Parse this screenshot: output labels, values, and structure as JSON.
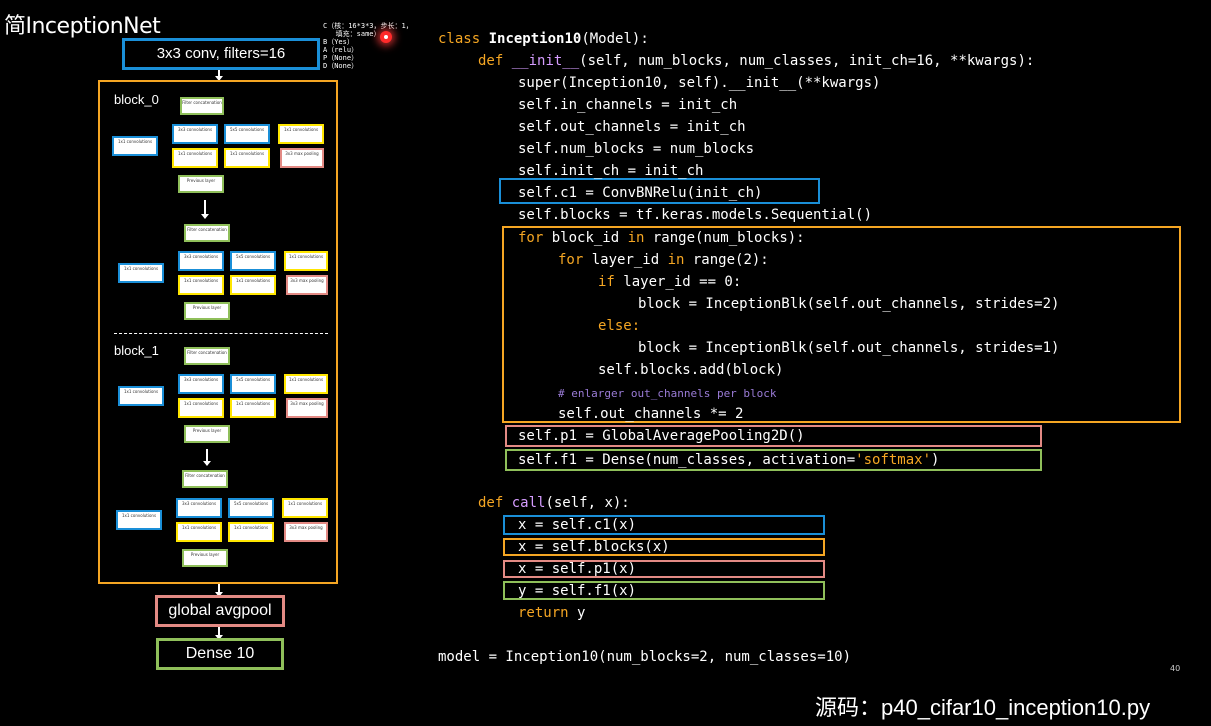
{
  "title": "简InceptionNet",
  "params": [
    "C（核：16*3*3，步长：1，",
    "   填充：same）",
    "B（Yes）",
    "A（relu）",
    "P（None）",
    "D（None）"
  ],
  "diagram": {
    "conv_box": "3x3  conv, filters=16",
    "block0_label": "block_0",
    "block1_label": "block_1",
    "pool_box": "global avgpool",
    "dense_box": "Dense 10",
    "module_labels": {
      "filter": "Filter concatenation",
      "conv1_left": "1x1 convolutions",
      "conv3": "3x3 convolutions",
      "conv5": "5x5 convolutions",
      "conv1_right": "1x1 convolutions",
      "conv1_a": "1x1 convolutions",
      "conv1_b": "1x1 convolutions",
      "maxpool": "3x3 max pooling",
      "prev": "Previous layer"
    }
  },
  "code": {
    "l1_kw": "class",
    "l1_name": " Inception10",
    "l1_rest": "(Model):",
    "l2_kw": "def",
    "l2_name": " __init__",
    "l2_rest": "(self, num_blocks, num_classes, init_ch=16, **kwargs):",
    "l3": "super(Inception10, self).__init__(**kwargs)",
    "l4": "self.in_channels = init_ch",
    "l5": "self.out_channels = init_ch",
    "l6": "self.num_blocks = num_blocks",
    "l7": "self.init_ch = init_ch",
    "l8": "self.c1 = ConvBNRelu(init_ch)",
    "l9": "self.blocks = tf.keras.models.Sequential()",
    "l10_kw": "for",
    "l10_rest": " block_id ",
    "l10_kw2": "in",
    "l10_rest2": " range(num_blocks):",
    "l11_kw": "for",
    "l11_rest": " layer_id ",
    "l11_kw2": "in",
    "l11_rest2": " range(2):",
    "l12_kw": "if",
    "l12_rest": " layer_id == 0:",
    "l13": "block = InceptionBlk(self.out_channels, strides=2)",
    "l14_kw": "else:",
    "l15": "block = InceptionBlk(self.out_channels, strides=1)",
    "l16": "self.blocks.add(block)",
    "l17": "# enlarger out_channels per block",
    "l18": "self.out_channels *= 2",
    "l19": "self.p1 = GlobalAveragePooling2D()",
    "l20_a": "self.f1 = Dense(num_classes, activation=",
    "l20_s": "'softmax'",
    "l20_b": ")",
    "l21_kw": "def",
    "l21_name": " call",
    "l21_rest": "(self, x):",
    "l22": "x = self.c1(x)",
    "l23": "x = self.blocks(x)",
    "l24": "x = self.p1(x)",
    "l25": "y = self.f1(x)",
    "l26_kw": "return",
    "l26_rest": " y",
    "l27": "model = Inception10(num_blocks=2, num_classes=10)"
  },
  "page_number": "40",
  "source": "源码：p40_cifar10_inception10.py",
  "colors": {
    "blue": "#1a8fd8",
    "orange": "#f5a623",
    "pink": "#e38a84",
    "green": "#8fbf5a"
  }
}
